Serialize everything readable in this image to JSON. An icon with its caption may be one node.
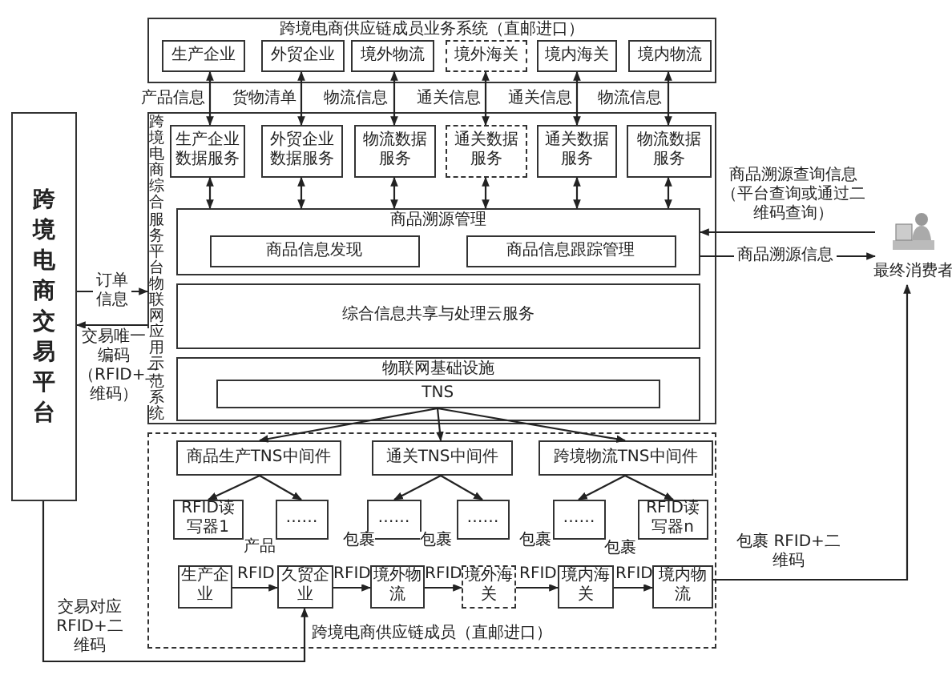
{
  "diagram": {
    "nodes": [
      {
        "text": [
          "跨境电商供应链成员业务系统（直邮进口）"
        ]
      },
      {
        "text": [
          "生产企业"
        ],
        "in": 0
      },
      {
        "text": [
          "外贸企业"
        ],
        "in": 0
      },
      {
        "text": [
          "境外物流"
        ],
        "in": 0
      },
      {
        "text": [
          "境外海关"
        ],
        "in": 0
      },
      {
        "text": [
          "境内海关"
        ],
        "in": 0
      },
      {
        "text": [
          "境内物流"
        ],
        "in": 0
      },
      {
        "text": [
          "跨境电商综合服务平台物联网应用示范系统"
        ]
      },
      {
        "text": [
          "生产企业数据服务"
        ],
        "in": 7
      },
      {
        "text": [
          "外贸企业数据服务"
        ],
        "in": 7
      },
      {
        "text": [
          "物流数据服务"
        ],
        "in": 7
      },
      {
        "text": [
          "通关数据服务"
        ],
        "in": 7
      },
      {
        "text": [
          "通关数据服务"
        ],
        "in": 7
      },
      {
        "text": [
          "物流数据服务"
        ],
        "in": 7
      },
      {
        "text": [
          "商品溯源管理"
        ],
        "in": 7
      },
      {
        "text": [
          "商品信息发现"
        ],
        "in": 14
      },
      {
        "text": [
          "商品信息跟踪管理"
        ],
        "in": 14
      },
      {
        "text": [
          "综合信息共享与处理云服务"
        ],
        "in": 7
      },
      {
        "text": [
          "物联网基础设施"
        ],
        "in": 7
      },
      {
        "text": [
          "TNS"
        ],
        "in": 18
      },
      {
        "text": [
          "跨境电商供应链成员（直邮进口）"
        ]
      },
      {
        "text": [
          "商品生产TNS中间件"
        ],
        "in": 20
      },
      {
        "text": [
          "通关TNS中间件"
        ],
        "in": 20
      },
      {
        "text": [
          "跨境物流TNS中间件"
        ],
        "in": 20
      },
      {
        "text": [
          "RFID读写器1"
        ],
        "in": 20
      },
      {
        "text": [
          "……"
        ],
        "in": 20
      },
      {
        "text": [
          "……"
        ],
        "in": 20
      },
      {
        "text": [
          "……"
        ],
        "in": 20
      },
      {
        "text": [
          "……"
        ],
        "in": 20
      },
      {
        "text": [
          "RFID读写器n"
        ],
        "in": 20
      },
      {
        "text": [
          "生产企业"
        ],
        "in": 20
      },
      {
        "text": [
          "久贸企业"
        ],
        "in": 20
      },
      {
        "text": [
          "境外物流"
        ],
        "in": 20
      },
      {
        "text": [
          "境外海关"
        ],
        "in": 20
      },
      {
        "text": [
          "境内海关"
        ],
        "in": 20
      },
      {
        "text": [
          "境内物流"
        ],
        "in": 20
      },
      {
        "text": [
          "跨境电商交易平台"
        ]
      },
      {
        "text": [
          "最终消费者"
        ]
      }
    ],
    "edges": [
      {
        "from": 1,
        "to": 8,
        "arrow": "both",
        "label": "产品信息"
      },
      {
        "from": 2,
        "to": 9,
        "arrow": "both",
        "label": "货物清单"
      },
      {
        "from": 3,
        "to": 10,
        "arrow": "both",
        "label": "物流信息"
      },
      {
        "from": 4,
        "to": 11,
        "arrow": "both",
        "label": "通关信息"
      },
      {
        "from": 5,
        "to": 12,
        "arrow": "both",
        "label": "通关信息"
      },
      {
        "from": 6,
        "to": 13,
        "arrow": "both",
        "label": "物流信息"
      },
      {
        "from": 8,
        "to": 14,
        "arrow": "both"
      },
      {
        "from": 9,
        "to": 14,
        "arrow": "both"
      },
      {
        "from": 10,
        "to": 14,
        "arrow": "both"
      },
      {
        "from": 11,
        "to": 14,
        "arrow": "both"
      },
      {
        "from": 12,
        "to": 14,
        "arrow": "both"
      },
      {
        "from": 13,
        "to": 14,
        "arrow": "both"
      },
      {
        "from": 37,
        "to": 14,
        "arrow": "to",
        "label": "商品溯源查询信息（平台查询或通过二维码查询）"
      },
      {
        "from": 14,
        "to": 37,
        "arrow": "to",
        "label": "商品溯源信息"
      },
      {
        "from": 36,
        "to": 7,
        "arrow": "to",
        "label": "订单信息"
      },
      {
        "from": 7,
        "to": 36,
        "arrow": "to",
        "label": "交易唯一编码（RFID+二维码）"
      },
      {
        "from": 19,
        "to": 21,
        "arrow": "to"
      },
      {
        "from": 19,
        "to": 22,
        "arrow": "to"
      },
      {
        "from": 19,
        "to": 23,
        "arrow": "to"
      },
      {
        "from": 21,
        "to": 24,
        "arrow": "to"
      },
      {
        "from": 21,
        "to": 25,
        "arrow": "to"
      },
      {
        "from": 22,
        "to": 26,
        "arrow": "to"
      },
      {
        "from": 22,
        "to": 27,
        "arrow": "to"
      },
      {
        "from": 23,
        "to": 28,
        "arrow": "to"
      },
      {
        "from": 23,
        "to": 29,
        "arrow": "to"
      },
      {
        "from": 30,
        "to": 31,
        "arrow": "to",
        "label": "RFID"
      },
      {
        "from": 31,
        "to": 32,
        "arrow": "to",
        "label": "RFID"
      },
      {
        "from": 32,
        "to": 33,
        "arrow": "to",
        "label": "RFID"
      },
      {
        "from": 33,
        "to": 34,
        "arrow": "to",
        "label": "RFID"
      },
      {
        "from": 34,
        "to": 35,
        "arrow": "to",
        "label": "RFID"
      },
      {
        "from": 36,
        "to": 31,
        "arrow": "to",
        "label": "交易对应RFID+二维码"
      },
      {
        "from": 35,
        "to": 37,
        "arrow": "to",
        "label": "包裹 RFID+二维码"
      }
    ],
    "labels": [
      "产品",
      "包裹",
      "包裹",
      "包裹",
      "包裹"
    ]
  }
}
